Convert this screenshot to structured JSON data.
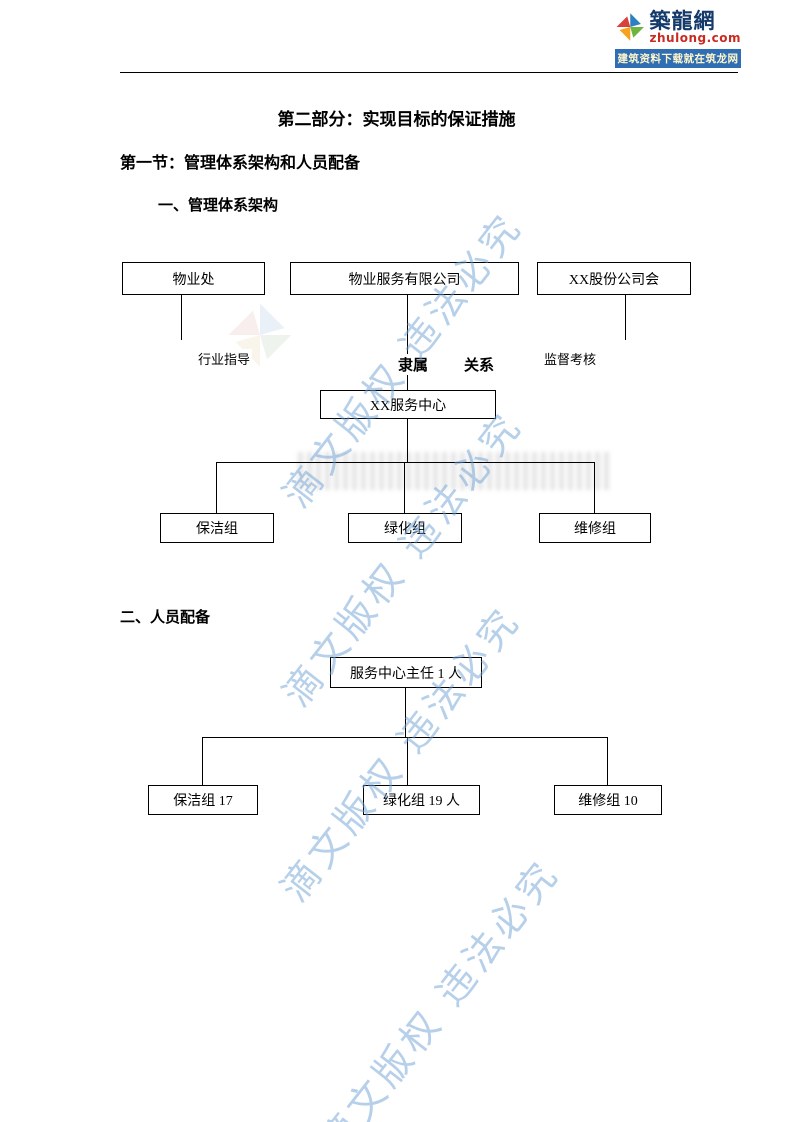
{
  "header": {
    "logo": {
      "brand": "築龍網",
      "domain": "zhulong.com",
      "tagline": "建筑资料下载就在筑龙网"
    }
  },
  "document": {
    "title": "第二部分：实现目标的保证措施",
    "section_heading": "第一节：管理体系架构和人员配备",
    "subheading_1": "一、管理体系架构",
    "subheading_2": "二、人员配备"
  },
  "org_chart_1": {
    "top_boxes": [
      "物业处",
      "物业服务有限公司",
      "XX股份公司会"
    ],
    "edge_labels": {
      "left": "行业指导",
      "center_left": "隶属",
      "center_right": "关系",
      "right": "监督考核"
    },
    "center_box": "XX服务中心",
    "bottom_boxes": [
      "保洁组",
      "绿化组",
      "维修组"
    ]
  },
  "org_chart_2": {
    "top_box": "服务中心主任 1 人",
    "bottom_boxes": [
      "保洁组 17",
      "绿化组 19 人",
      "维修组 10"
    ]
  },
  "watermark": {
    "text": "滴文版权 违法必究"
  },
  "colors": {
    "banner_blue": "#2f6eb4",
    "brand_navy": "#143a6b",
    "domain_red": "#c92a21",
    "watermark_blue": "#70a2d6"
  }
}
